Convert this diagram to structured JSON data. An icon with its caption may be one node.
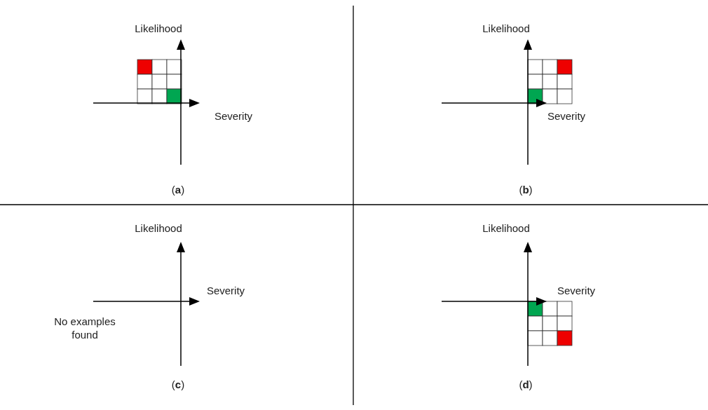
{
  "diagram": {
    "labels": [
      "Likelihood",
      "Severity",
      "(**a**)",
      "Likelihood",
      "Severity",
      "(**b**)",
      "Likelihood",
      "Severity",
      "No examples found",
      "(**c**)",
      "Likelihood",
      "Severity",
      "(**d**)"
    ]
  }
}
